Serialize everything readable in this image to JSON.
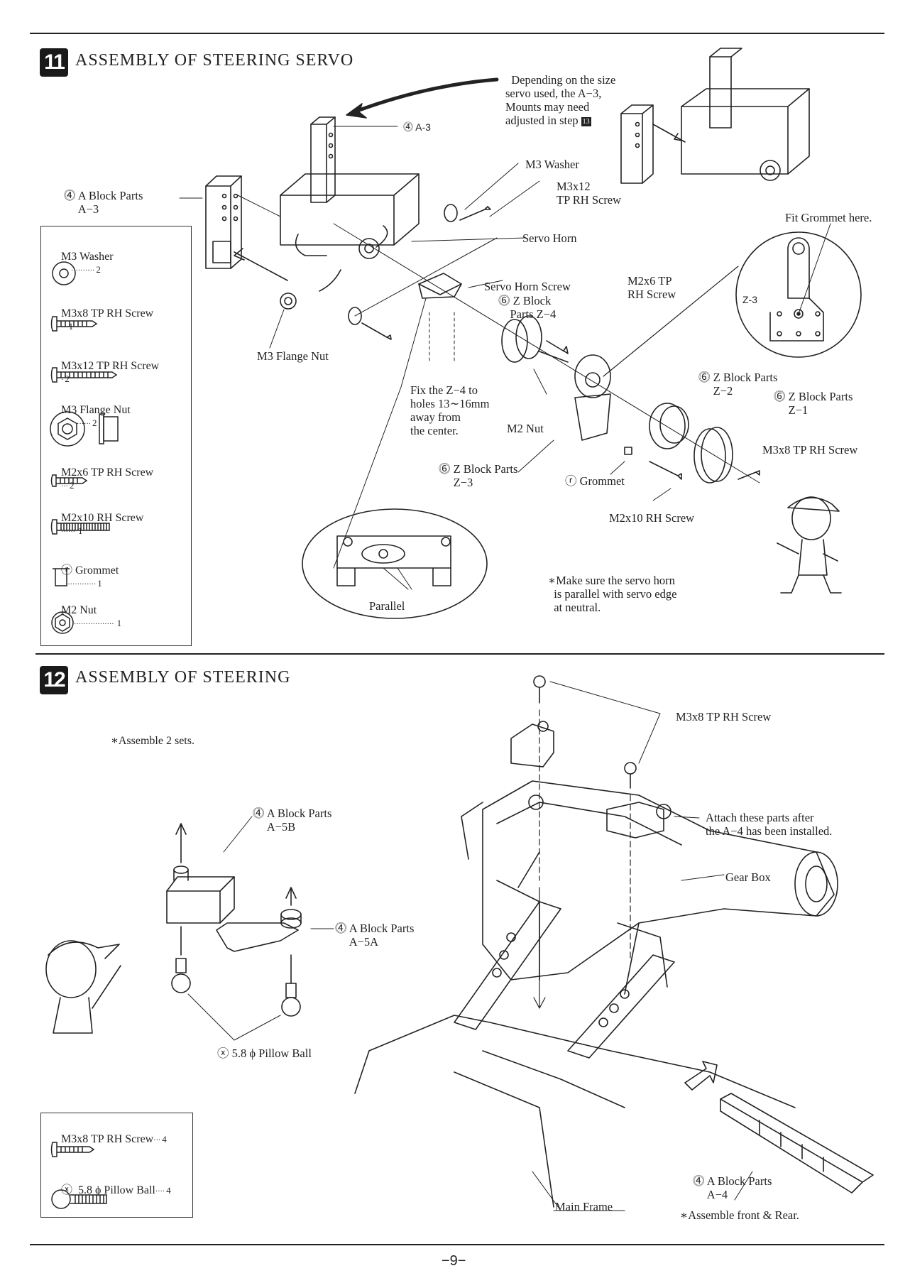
{
  "step11": {
    "number": "11",
    "title": "ASSEMBLY OF STEERING SERVO",
    "note_top": "Depending on the size\nservo used, the A−3,\nMounts may need\nadjusted in step",
    "note_top_ref": "13",
    "labels": {
      "a3": "⓸ A-3",
      "a_block": "⓸ A Block Parts\n     A−3",
      "m3_washer": "M3 Washer",
      "m3x12": "M3x12\nTP RH Screw",
      "servo_horn": "Servo Horn",
      "fit_grommet": "Fit Grommet here.",
      "servo_horn_screw": "Servo Horn Screw",
      "z4": "⓺ Z Block\n    Parts Z−4",
      "m2x6": "M2x6 TP\nRH Screw",
      "z3_circle": "Z-3",
      "m3_flange": "M3 Flange Nut",
      "fix_z4": "Fix the Z−4 to\nholes 13∼16mm\naway from\nthe center.",
      "m2_nut": "M2 Nut",
      "z2": "⓺ Z Block Parts\n     Z−2",
      "z1": "⓺ Z Block Parts\n     Z−1",
      "m3x8": "M3x8 TP RH Screw",
      "z3": "⓺ Z Block Parts\n     Z−3",
      "grommet": "ⓡ Grommet",
      "m2x10": "M2x10 RH Screw",
      "parallel": "Parallel",
      "make_sure": "∗Make sure the servo horn\n  is parallel with servo edge\n  at neutral."
    },
    "parts": [
      {
        "name": "M3 Washer",
        "dots": "··········",
        "qty": "2"
      },
      {
        "name": "M3x8 TP RH Screw",
        "dots": "··",
        "qty": "1"
      },
      {
        "name": "M3x12 TP RH Screw",
        "dots": "·",
        "qty": "2"
      },
      {
        "name": "M3 Flange Nut",
        "dots": "······",
        "qty": "2"
      },
      {
        "name": "M2x6 TP RH Screw",
        "dots": "···",
        "qty": "2"
      },
      {
        "name": "M2x10 RH Screw",
        "dots": "······",
        "qty": "1"
      },
      {
        "name": "ⓡ Grommet",
        "dots": "·············",
        "qty": "1"
      },
      {
        "name": "M2 Nut",
        "dots": "·················",
        "qty": "1"
      }
    ]
  },
  "step12": {
    "number": "12",
    "title": "ASSEMBLY OF STEERING",
    "note": "∗Assemble 2 sets.",
    "labels": {
      "m3x8": "M3x8 TP RH Screw",
      "a5b": "⓸ A Block Parts\n     A−5B",
      "attach": "Attach these parts after\nthe A−4 has been installed.",
      "gear_box": "Gear Box",
      "a5a": "⓸ A Block Parts\n     A−5A",
      "pillow": "ⓧ 5.8 ϕ Pillow Ball",
      "a4": "⓸ A Block Parts\n     A−4",
      "main_frame": "Main Frame",
      "front_rear": "∗Assemble front & Rear."
    },
    "parts": [
      {
        "name": "M3x8 TP RH Screw",
        "dots": "···",
        "qty": "4"
      },
      {
        "name": "ⓧ  5.8 ϕ Pillow Ball",
        "dots": "····",
        "qty": "4"
      }
    ]
  },
  "page_number": "−9−"
}
